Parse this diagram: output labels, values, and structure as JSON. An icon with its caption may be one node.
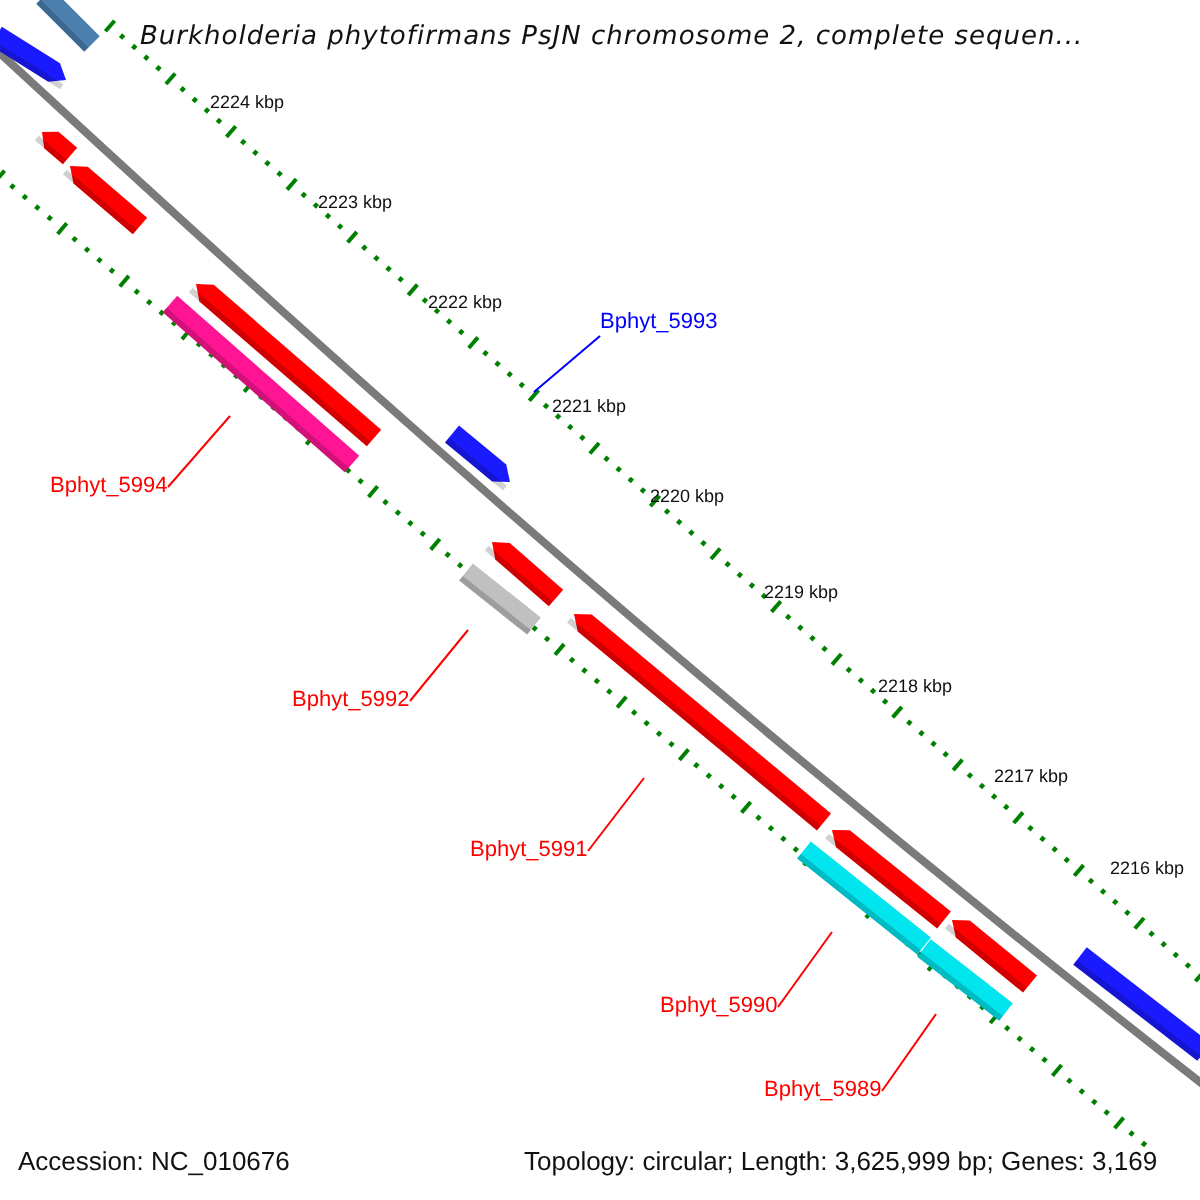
{
  "diagram": {
    "title": "Burkholderia phytofirmans PsJN chromosome 2, complete sequen...",
    "nodes": [
      {
        "text": [
          "Bphyt_5993"
        ]
      },
      {
        "text": [
          "Bphyt_5994"
        ]
      },
      {
        "text": [
          "Bphyt_5992"
        ]
      },
      {
        "text": [
          "Bphyt_5991"
        ]
      },
      {
        "text": [
          "Bphyt_5990"
        ]
      },
      {
        "text": [
          "Bphyt_5989"
        ]
      }
    ],
    "edges": [
      {
        "from": 0,
        "to": null,
        "arrow": "none",
        "color": "#0000ff"
      },
      {
        "from": 1,
        "to": null,
        "arrow": "none"
      },
      {
        "from": 2,
        "to": null,
        "arrow": "none"
      },
      {
        "from": 3,
        "to": null,
        "arrow": "none"
      },
      {
        "from": 4,
        "to": null,
        "arrow": "none"
      },
      {
        "from": 5,
        "to": null,
        "arrow": "none"
      }
    ],
    "labels": [
      "2224 kbp",
      "2223 kbp",
      "2222 kbp",
      "2221 kbp",
      "2220 kbp",
      "2219 kbp",
      "2218 kbp",
      "2217 kbp",
      "2216 kbp",
      "Accession: NC_010676",
      "Topology: circular; Length: 3,625,999 bp; Genes: 3,169"
    ]
  }
}
